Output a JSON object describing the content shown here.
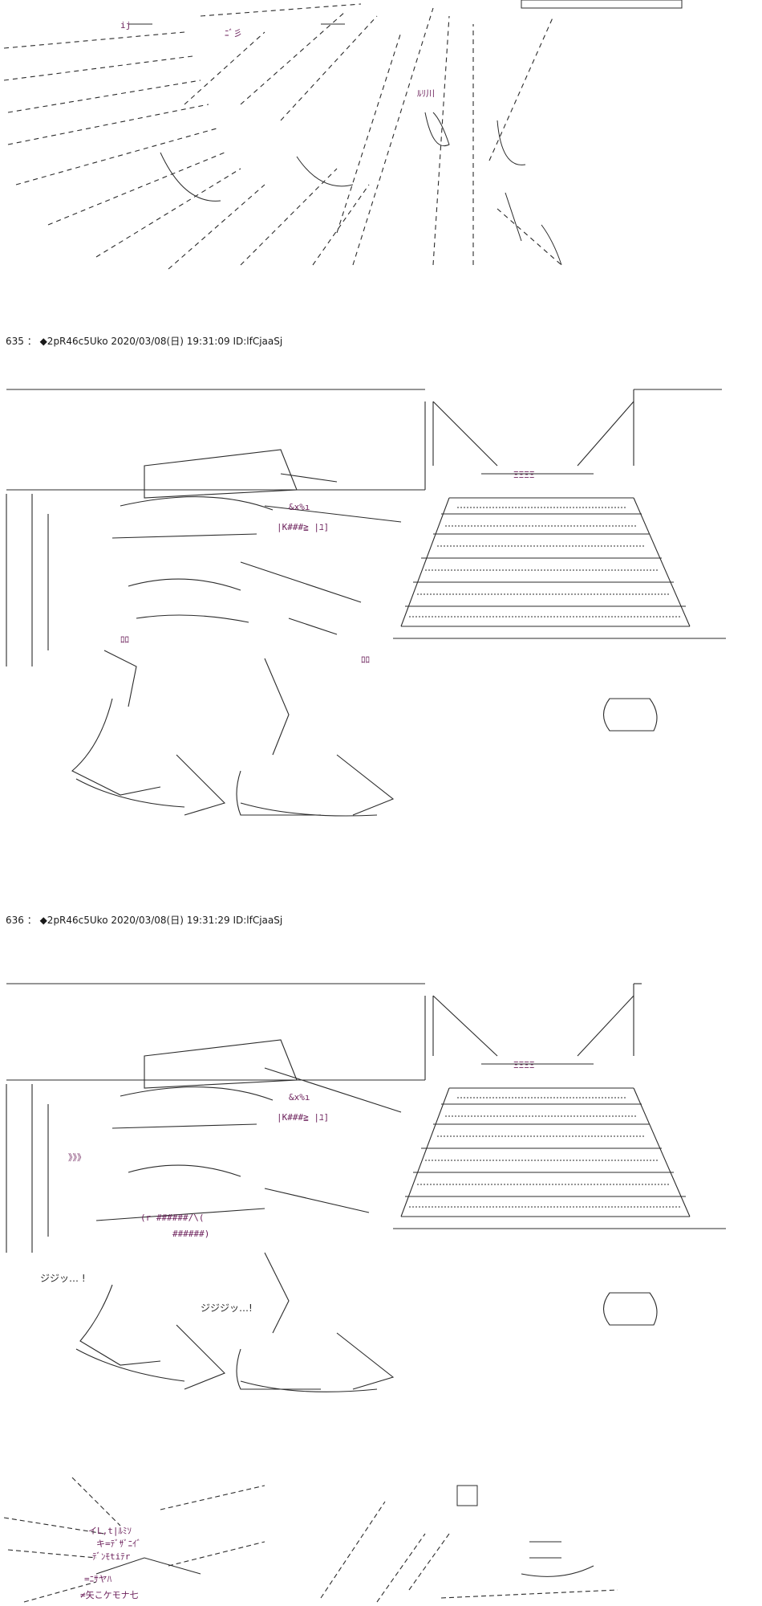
{
  "posts": [
    {
      "number": "635",
      "separator": "：",
      "name": "◆2pR46c5Uko",
      "datetime": "2020/03/08(日) 19:31:09",
      "id": "ID:lfCjaaSj"
    },
    {
      "number": "636",
      "separator": "：",
      "name": "◆2pR46c5Uko",
      "datetime": "2020/03/08(日) 19:31:29",
      "id": "ID:lfCjaaSj"
    }
  ],
  "sound_effects": {
    "sfx_1": "ジジッ… !",
    "sfx_2": "ジジジッ…!"
  },
  "colors": {
    "text": "#1a1a1a",
    "art_line": "#2b2b2b",
    "art_accent": "#6b1f5a"
  }
}
